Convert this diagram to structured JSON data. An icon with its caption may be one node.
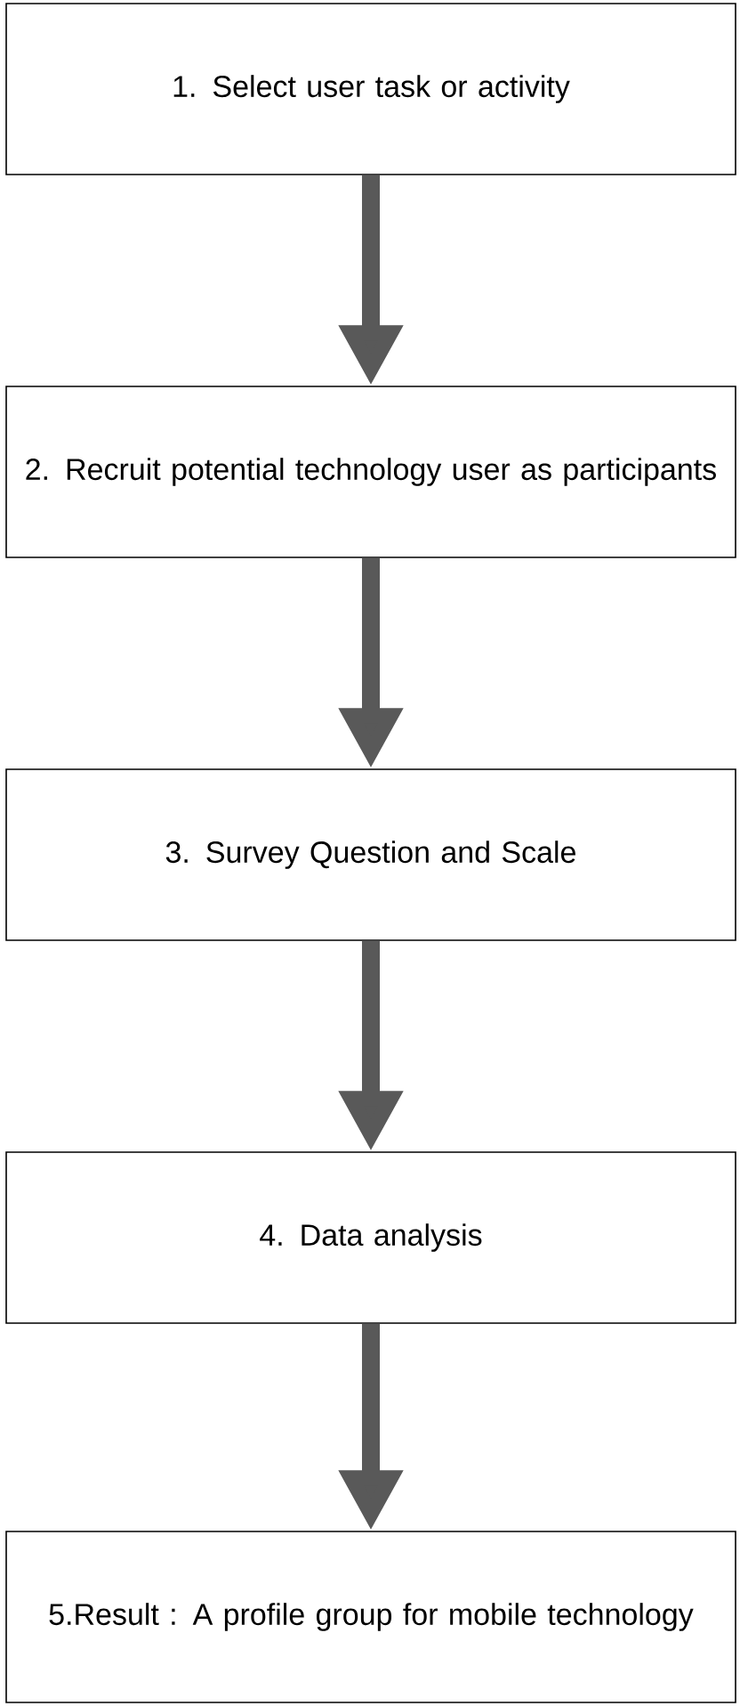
{
  "diagram": {
    "nodes": [
      {
        "text": [
          "1. Select user task or activity"
        ]
      },
      {
        "text": [
          "2. Recruit potential technology user as participants"
        ]
      },
      {
        "text": [
          "3. Survey Question and Scale"
        ]
      },
      {
        "text": [
          "4. Data analysis"
        ]
      },
      {
        "text": [
          "5.Result : A profile group for mobile technology"
        ]
      }
    ],
    "edges": [
      {
        "from": 0,
        "to": 1,
        "arrow": "to"
      },
      {
        "from": 1,
        "to": 2,
        "arrow": "to"
      },
      {
        "from": 2,
        "to": 3,
        "arrow": "to"
      },
      {
        "from": 3,
        "to": 4,
        "arrow": "to"
      }
    ]
  }
}
